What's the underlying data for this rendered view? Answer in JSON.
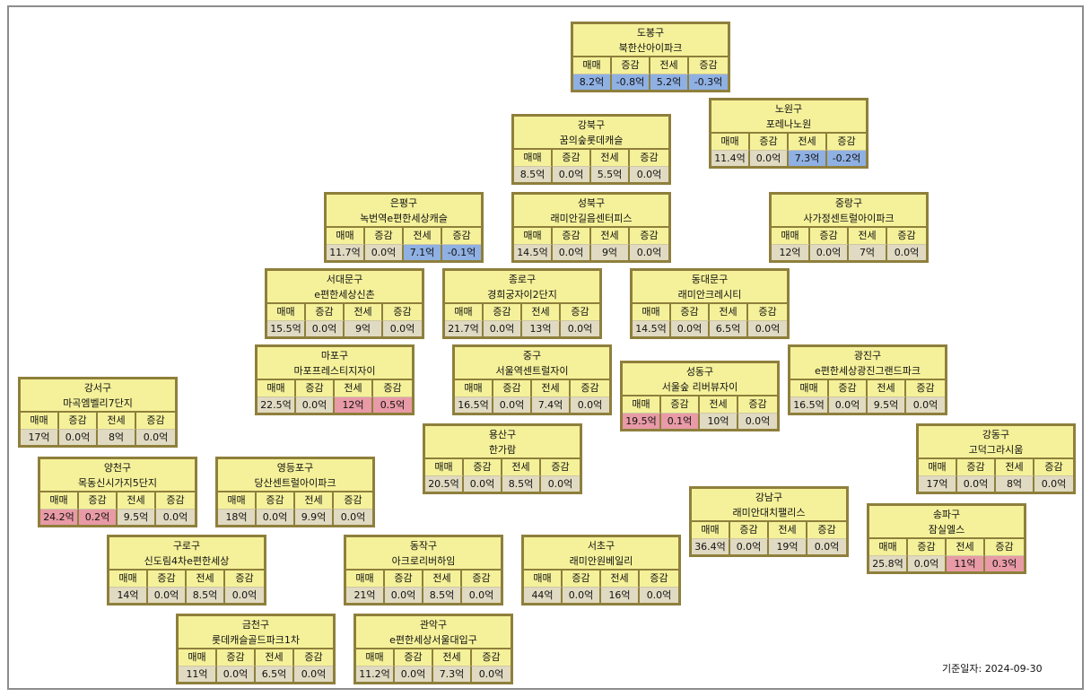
{
  "header_labels": [
    "매매",
    "증감",
    "전세",
    "증감"
  ],
  "base_date_label": "기준일자:",
  "base_date": "2024-09-30",
  "colors": {
    "frame": "#8c8c8c",
    "card_bg": "#f5f19a",
    "card_border": "#8e7f3c",
    "value_bg": "#e0dac2",
    "decrease": "#8fb0e3",
    "increase": "#e89aa6"
  },
  "districts": [
    {
      "district": "도봉구",
      "apartment": "북한산아이파크",
      "sale": "8.2억",
      "sale_change": "-0.8억",
      "jeonse": "5.2억",
      "jeonse_change": "-0.3억",
      "highlights": [
        "blue",
        "blue",
        "blue",
        "blue"
      ]
    },
    {
      "district": "노원구",
      "apartment": "포레나노원",
      "sale": "11.4억",
      "sale_change": "0.0억",
      "jeonse": "7.3억",
      "jeonse_change": "-0.2억",
      "highlights": [
        "",
        "",
        "blue",
        "blue"
      ]
    },
    {
      "district": "강북구",
      "apartment": "꿈의숲롯데캐슬",
      "sale": "8.5억",
      "sale_change": "0.0억",
      "jeonse": "5.5억",
      "jeonse_change": "0.0억",
      "highlights": [
        "",
        "",
        "",
        ""
      ]
    },
    {
      "district": "은평구",
      "apartment": "녹번역e편한세상캐슬",
      "sale": "11.7억",
      "sale_change": "0.0억",
      "jeonse": "7.1억",
      "jeonse_change": "-0.1억",
      "highlights": [
        "",
        "",
        "blue",
        "blue"
      ]
    },
    {
      "district": "성북구",
      "apartment": "래미안길음센터피스",
      "sale": "14.5억",
      "sale_change": "0.0억",
      "jeonse": "9억",
      "jeonse_change": "0.0억",
      "highlights": [
        "",
        "",
        "",
        ""
      ]
    },
    {
      "district": "중랑구",
      "apartment": "사가정센트럴아이파크",
      "sale": "12억",
      "sale_change": "0.0억",
      "jeonse": "7억",
      "jeonse_change": "0.0억",
      "highlights": [
        "",
        "",
        "",
        ""
      ]
    },
    {
      "district": "서대문구",
      "apartment": "e편한세상신촌",
      "sale": "15.5억",
      "sale_change": "0.0억",
      "jeonse": "9억",
      "jeonse_change": "0.0억",
      "highlights": [
        "",
        "",
        "",
        ""
      ]
    },
    {
      "district": "종로구",
      "apartment": "경희궁자이2단지",
      "sale": "21.7억",
      "sale_change": "0.0억",
      "jeonse": "13억",
      "jeonse_change": "0.0억",
      "highlights": [
        "",
        "",
        "",
        ""
      ]
    },
    {
      "district": "동대문구",
      "apartment": "래미안크레시티",
      "sale": "14.5억",
      "sale_change": "0.0억",
      "jeonse": "6.5억",
      "jeonse_change": "0.0억",
      "highlights": [
        "",
        "",
        "",
        ""
      ]
    },
    {
      "district": "마포구",
      "apartment": "마포프레스티지자이",
      "sale": "22.5억",
      "sale_change": "0.0억",
      "jeonse": "12억",
      "jeonse_change": "0.5억",
      "highlights": [
        "",
        "",
        "red",
        "red"
      ]
    },
    {
      "district": "중구",
      "apartment": "서울역센트럴자이",
      "sale": "16.5억",
      "sale_change": "0.0억",
      "jeonse": "7.4억",
      "jeonse_change": "0.0억",
      "highlights": [
        "",
        "",
        "",
        ""
      ]
    },
    {
      "district": "성동구",
      "apartment": "서울숲 리버뷰자이",
      "sale": "19.5억",
      "sale_change": "0.1억",
      "jeonse": "10억",
      "jeonse_change": "0.0억",
      "highlights": [
        "red",
        "red",
        "",
        ""
      ]
    },
    {
      "district": "광진구",
      "apartment": "e편한세상광진그랜드파크",
      "sale": "16.5억",
      "sale_change": "0.0억",
      "jeonse": "9.5억",
      "jeonse_change": "0.0억",
      "highlights": [
        "",
        "",
        "",
        ""
      ]
    },
    {
      "district": "강서구",
      "apartment": "마곡엠벨리7단지",
      "sale": "17억",
      "sale_change": "0.0억",
      "jeonse": "8억",
      "jeonse_change": "0.0억",
      "highlights": [
        "",
        "",
        "",
        ""
      ]
    },
    {
      "district": "용산구",
      "apartment": "한가람",
      "sale": "20.5억",
      "sale_change": "0.0억",
      "jeonse": "8.5억",
      "jeonse_change": "0.0억",
      "highlights": [
        "",
        "",
        "",
        ""
      ]
    },
    {
      "district": "강동구",
      "apartment": "고덕그라시움",
      "sale": "17억",
      "sale_change": "0.0억",
      "jeonse": "8억",
      "jeonse_change": "0.0억",
      "highlights": [
        "",
        "",
        "",
        ""
      ]
    },
    {
      "district": "양천구",
      "apartment": "목동신시가지5단지",
      "sale": "24.2억",
      "sale_change": "0.2억",
      "jeonse": "9.5억",
      "jeonse_change": "0.0억",
      "highlights": [
        "red",
        "red",
        "",
        ""
      ]
    },
    {
      "district": "영등포구",
      "apartment": "당산센트럴아이파크",
      "sale": "18억",
      "sale_change": "0.0억",
      "jeonse": "9.9억",
      "jeonse_change": "0.0억",
      "highlights": [
        "",
        "",
        "",
        ""
      ]
    },
    {
      "district": "강남구",
      "apartment": "래미안대치팰리스",
      "sale": "36.4억",
      "sale_change": "0.0억",
      "jeonse": "19억",
      "jeonse_change": "0.0억",
      "highlights": [
        "",
        "",
        "",
        ""
      ]
    },
    {
      "district": "송파구",
      "apartment": "잠실엘스",
      "sale": "25.8억",
      "sale_change": "0.0억",
      "jeonse": "11억",
      "jeonse_change": "0.3억",
      "highlights": [
        "",
        "",
        "red",
        "red"
      ]
    },
    {
      "district": "구로구",
      "apartment": "신도림4차e편한세상",
      "sale": "14억",
      "sale_change": "0.0억",
      "jeonse": "8.5억",
      "jeonse_change": "0.0억",
      "highlights": [
        "",
        "",
        "",
        ""
      ]
    },
    {
      "district": "동작구",
      "apartment": "아크로리버하임",
      "sale": "21억",
      "sale_change": "0.0억",
      "jeonse": "8.5억",
      "jeonse_change": "0.0억",
      "highlights": [
        "",
        "",
        "",
        ""
      ]
    },
    {
      "district": "서초구",
      "apartment": "래미안원베일리",
      "sale": "44억",
      "sale_change": "0.0억",
      "jeonse": "16억",
      "jeonse_change": "0.0억",
      "highlights": [
        "",
        "",
        "",
        ""
      ]
    },
    {
      "district": "금천구",
      "apartment": "롯데캐슬골드파크1차",
      "sale": "11억",
      "sale_change": "0.0억",
      "jeonse": "6.5억",
      "jeonse_change": "0.0억",
      "highlights": [
        "",
        "",
        "",
        ""
      ]
    },
    {
      "district": "관악구",
      "apartment": "e편한세상서울대입구",
      "sale": "11.2억",
      "sale_change": "0.0억",
      "jeonse": "7.3억",
      "jeonse_change": "0.0억",
      "highlights": [
        "",
        "",
        "",
        ""
      ]
    }
  ]
}
